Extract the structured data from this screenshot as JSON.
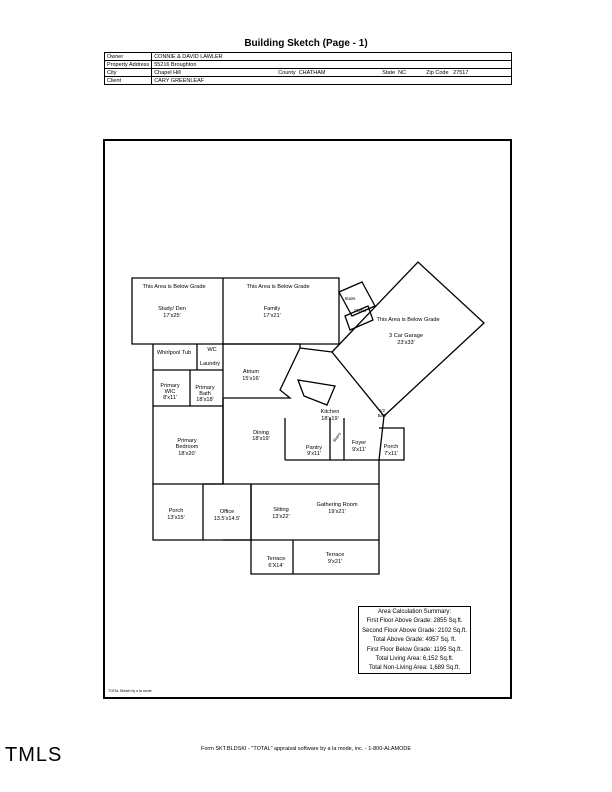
{
  "title": "Building Sketch (Page - 1)",
  "header": {
    "owner_label": "Owner",
    "owner": "CONNIE & DAVID LAWLER",
    "address_label": "Property Address",
    "address": "55216 Broughton",
    "city_label": "City",
    "city": "Chapel Hill",
    "county_label": "County",
    "county": "CHATHAM",
    "state_label": "State",
    "state": "NC",
    "zip_label": "Zip Code",
    "zip": "27517",
    "client_label": "Client",
    "client": "CARY GREENLEAF"
  },
  "rooms": {
    "study_below": "This Area is Below Grade",
    "study": "Study/ Den",
    "study_dim": "17'x25'",
    "family_below": "This Area is Below Grade",
    "family": "Family",
    "family_dim": "17'x21'",
    "stairs": "Stairs",
    "closet": "Closet",
    "garage_below": "This Area is Below Grade",
    "garage": "3 Car Garage",
    "garage_dim": "23'x33'",
    "whirlpool": "Whirlpool Tub",
    "wc": "WC",
    "laundry": "Laundry",
    "atrium": "Atrium",
    "atrium_dim": "15'x16'",
    "primary_wic_1": "Primary",
    "primary_wic_2": "WIC",
    "primary_wic_dim": "8'x11'",
    "primary_bath_1": "Primary",
    "primary_bath_2": "Bath",
    "primary_bath_dim": "18'x18'",
    "kitchen": "Kitchen",
    "kitchen_dim": "18'x19'",
    "half_bath_1": "1/2",
    "half_bath_2": "Bath",
    "primary_bed_1": "Primary",
    "primary_bed_2": "Bedroom",
    "primary_bed_dim": "18'x20'",
    "dining": "Dining",
    "dining_dim": "18'x19'",
    "stairs2": "Stairs",
    "pantry": "Pantry",
    "pantry_dim": "9'x11'",
    "foyer": "Foyer",
    "foyer_dim": "9'x11'",
    "porch_r": "Porch",
    "porch_r_dim": "7'x11'",
    "porch_l": "Porch",
    "porch_l_dim": "13'x15'",
    "office": "Office",
    "office_dim": "13.5'x14.5'",
    "sitting": "Sitting",
    "sitting_dim": "13'x22'",
    "gathering": "Gathering Room",
    "gathering_dim": "19'x21'",
    "terrace1": "Terrace",
    "terrace1_dim": "6'X14'",
    "terrace2": "Terrace",
    "terrace2_dim": "9'x21'"
  },
  "summary": {
    "title": "Area Calculation Summary:",
    "line1": "First  Floor Above Grade: 2855 Sq.ft.",
    "line2": "Second Floor Above Grade: 2102 Sq.ft.",
    "line3": "Total Above Grade: 4957 Sq. ft.",
    "line4": "First Floor Below Grade: 1195 Sq.ft.",
    "line5": "Total Living Area: 6,152 Sq.ft.",
    "line6": "Total Non-Living Area: 1,689 Sq.ft."
  },
  "corner_note": "TOTAL Sketch by a la mode",
  "footer": "Form SKT.BLDSKI - \"TOTAL\" appraisal software by a la mode, inc. - 1-800-ALAMODE",
  "brand": "TMLS"
}
